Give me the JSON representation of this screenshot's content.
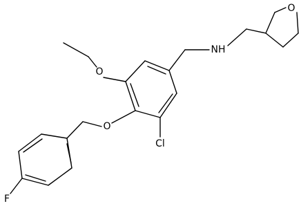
{
  "atoms": {
    "oxygen_ethoxy": "O",
    "oxygen_benzyloxy": "O",
    "oxygen_ring": "O",
    "chlorine": "Cl",
    "amine": "NH",
    "fluorine": "F"
  }
}
